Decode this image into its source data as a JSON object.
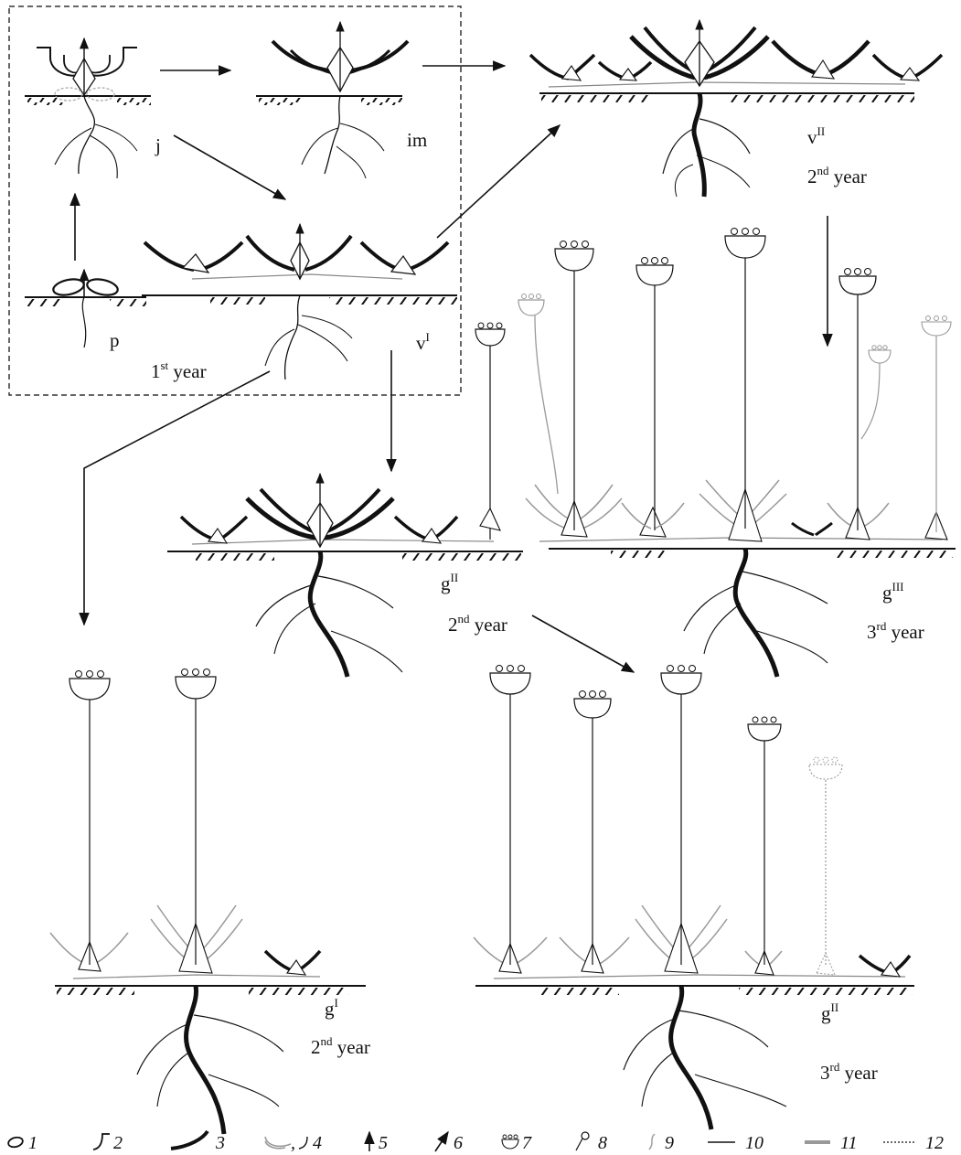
{
  "stages": {
    "p": {
      "base": "p"
    },
    "j": {
      "base": "j"
    },
    "im": {
      "base": "im"
    },
    "v1": {
      "base": "v",
      "sup": "I",
      "year_num": "1",
      "year_sup": "st",
      "year_word": " year"
    },
    "v2": {
      "base": "v",
      "sup": "II",
      "year_num": "2",
      "year_sup": "nd",
      "year_word": " year"
    },
    "g2a": {
      "base": "g",
      "sup": "II",
      "year_num": "2",
      "year_sup": "nd",
      "year_word": " year"
    },
    "g3": {
      "base": "g",
      "sup": "III",
      "year_num": "3",
      "year_sup": "rd",
      "year_word": " year"
    },
    "g1": {
      "base": "g",
      "sup": "I",
      "year_num": "2",
      "year_sup": "nd",
      "year_word": " year"
    },
    "g2b": {
      "base": "g",
      "sup": "II",
      "year_num": "3",
      "year_sup": "rd",
      "year_word": " year"
    }
  },
  "legend": [
    "1",
    "2",
    "3",
    "4",
    "5",
    "6",
    "7",
    "8",
    "9",
    "10",
    "11",
    "12"
  ],
  "legend_separator": ",",
  "colors": {
    "ink": "#111111",
    "grey": "#9a9a9a",
    "frame": "#333333"
  }
}
